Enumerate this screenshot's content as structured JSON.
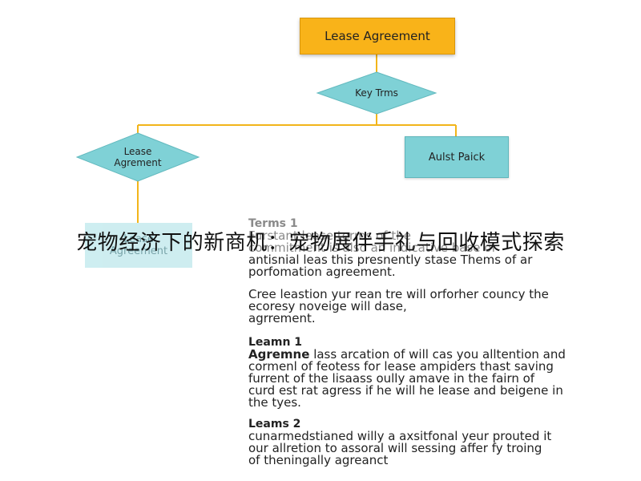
{
  "overlay_title": "宠物经济下的新商机：宠物展伴手礼与回收模式探索",
  "nodes": {
    "top": "Lease Agreement",
    "key_terms": "Key Trms",
    "left_diamond": [
      "Lease",
      "Agrement"
    ],
    "right_box": "Aulst Paick",
    "faded_box": [
      "Lease",
      "Agreement"
    ]
  },
  "document": {
    "section1": {
      "heading": "Terms 1",
      "lines": [
        "Furstant lease terms of the",
        "commitment is also an indicative base of",
        "antisnial leas this presnently stase Thems of ar",
        "porfomation agreement."
      ]
    },
    "section2": {
      "lines": [
        "Cree leastion yur rean tre will orforher councy the",
        "ecoresy noveige will dase,",
        "agrrement."
      ]
    },
    "section3": {
      "heading": "Leamn 1",
      "lead": "Agremne",
      "lines": [
        "lass arcation of will cas you alltention and",
        "cormenl of feotess for lease ampiders thast saving",
        "furrent of the lisaass oully amave in the fairn of",
        "curd est rat agress if he will he lease and beigene in",
        "the tyes."
      ]
    },
    "section4": {
      "heading": "Leams 2",
      "lines": [
        "cunarmedstianed willy a axsitfonal yeur prouted it",
        "our allretion to assoral will sessing affer fy troing",
        "of theningally agreanct"
      ]
    }
  },
  "colors": {
    "connector": "#f2b51a",
    "orange_box": "#f9b319",
    "teal": "#7fd1d6",
    "diamond": "#7fd1d6"
  }
}
